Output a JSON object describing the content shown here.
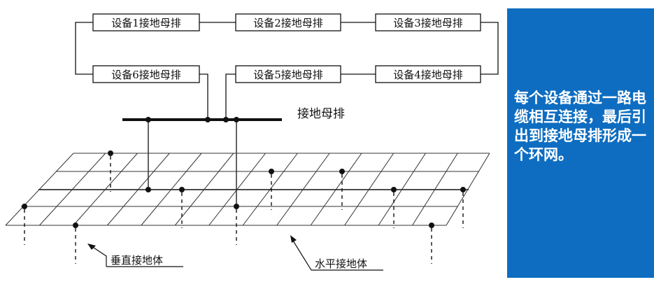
{
  "devices": [
    {
      "id": "d1",
      "label": "设备1接地母排"
    },
    {
      "id": "d2",
      "label": "设备2接地母排"
    },
    {
      "id": "d3",
      "label": "设备3接地母排"
    },
    {
      "id": "d4",
      "label": "设备4接地母排"
    },
    {
      "id": "d5",
      "label": "设备5接地母排"
    },
    {
      "id": "d6",
      "label": "设备6接地母排"
    }
  ],
  "busbar_label": "接地母排",
  "callouts": {
    "vertical": "垂直接地体",
    "horizontal": "水平接地体"
  },
  "note": "每个设备通过一路电缆相互连接，最后引出到接地母排形成一个环网。",
  "colors": {
    "panel": "#0e6dc1",
    "line": "#111111"
  }
}
